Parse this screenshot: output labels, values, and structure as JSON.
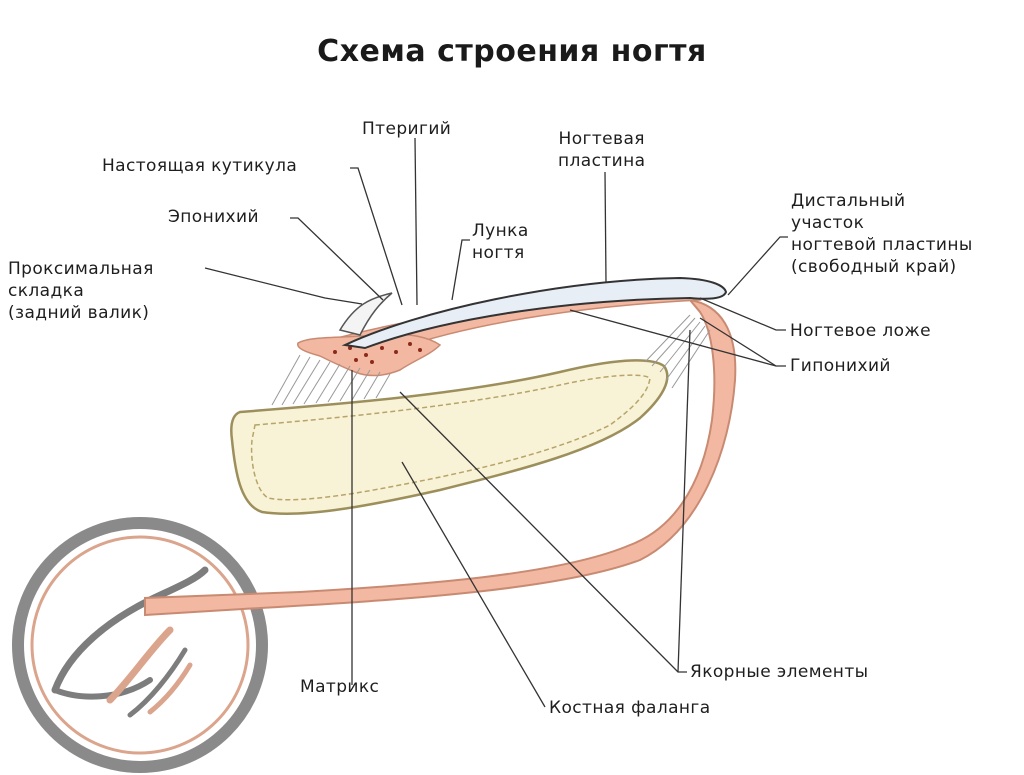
{
  "title": "Схема строения ногтя",
  "labels": {
    "proximal_fold": [
      "Проксимальная",
      "складка",
      "(задний валик)"
    ],
    "eponychium": "Эпонихий",
    "true_cuticle": "Настоящая кутикула",
    "pterygium": "Птеригий",
    "lunula": [
      "Лунка",
      "ногтя"
    ],
    "nail_plate": [
      "Ногтевая",
      "пластина"
    ],
    "distal_edge": [
      "Дистальный",
      "участок",
      "ногтевой пластины",
      "(свободный край)"
    ],
    "nail_bed": "Ногтевое ложе",
    "hyponychium": "Гипонихий",
    "matrix": "Матрикс",
    "anchor_elements": "Якорные элементы",
    "bone_phalanx": "Костная фаланга"
  },
  "colors": {
    "skin": "#f2b8a2",
    "skin_stroke": "#c98a72",
    "bone_fill": "#f8f2d6",
    "bone_stroke": "#9c8f5c",
    "plate_fill": "#e8eef5",
    "line": "#333333",
    "logo_ring": "#888888",
    "logo_inner": "#d9a890"
  }
}
